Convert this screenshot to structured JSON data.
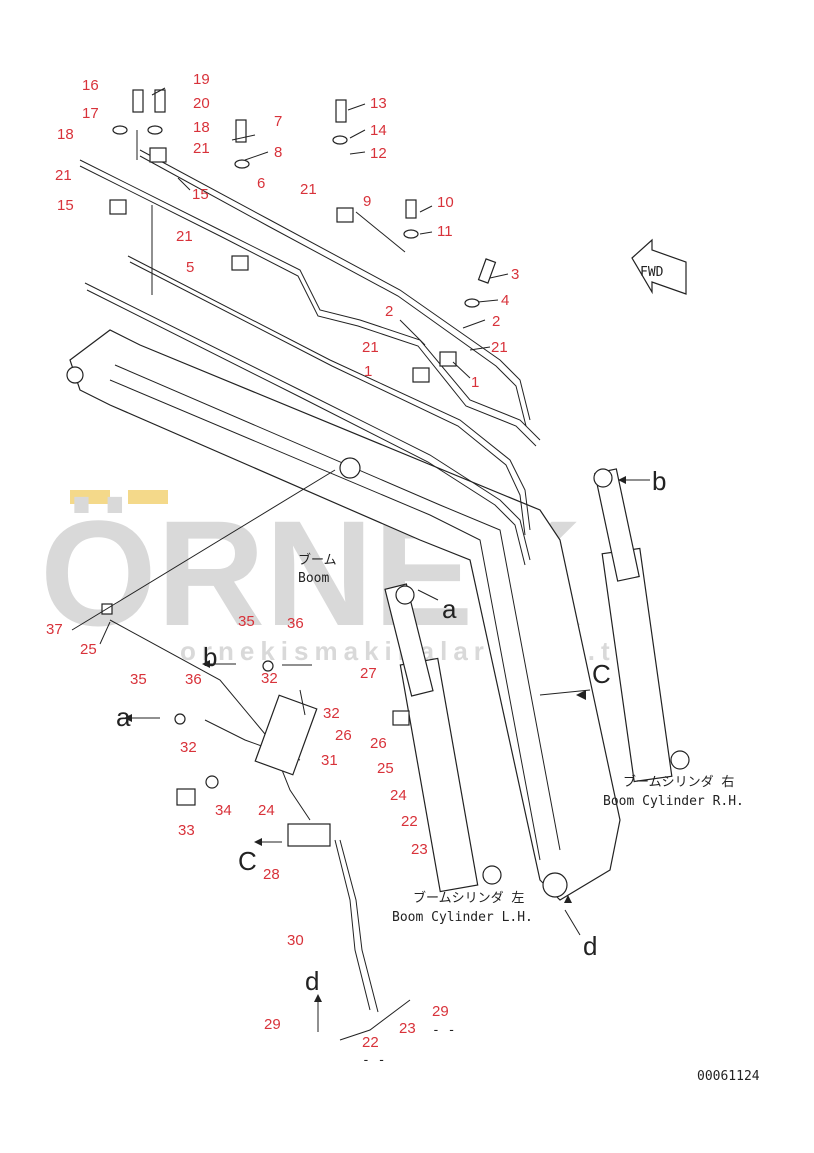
{
  "watermark": {
    "brand": "ÖRNEK",
    "url": "ornekismakinalari.com.tr"
  },
  "drawing_number": "00061124",
  "fwd_label": "FWD",
  "labels": {
    "boom_jp": "ブーム",
    "boom_en": "Boom",
    "rh_cyl_jp": "ブームシリンダ 右",
    "rh_cyl_en": "Boom Cylinder R.H.",
    "lh_cyl_jp": "ブームシリンダ 左",
    "lh_cyl_en": "Boom Cylinder L.H."
  },
  "connection_letters": {
    "a1": "a",
    "a2": "a",
    "b1": "b",
    "b2": "b",
    "c1": "C",
    "c2": "C",
    "d1": "d",
    "d2": "d"
  },
  "dash_marks": {
    "m1": "- -",
    "m2": "- -"
  },
  "callouts": {
    "c16": "16",
    "c19": "19",
    "c20": "20",
    "c17": "17",
    "c18a": "18",
    "c18b": "18",
    "c21a": "21",
    "c21b": "21",
    "c15a": "15",
    "c15b": "15",
    "c7": "7",
    "c8": "8",
    "c6": "6",
    "c21c": "21",
    "c21d": "21",
    "c5": "5",
    "c13": "13",
    "c14": "14",
    "c12": "12",
    "c9": "9",
    "c10": "10",
    "c11": "11",
    "c3": "3",
    "c4": "4",
    "c2a": "2",
    "c2b": "2",
    "c21e": "21",
    "c21f": "21",
    "c1a": "1",
    "c1b": "1",
    "c37": "37",
    "c25a": "25",
    "c35a": "35",
    "c36a": "36",
    "c32a": "32",
    "c35b": "35",
    "c36b": "36",
    "c32b": "32",
    "c26a": "26",
    "c32c": "32",
    "c31": "31",
    "c25b": "25",
    "c24a": "24",
    "c24b": "24",
    "c33": "33",
    "c34": "34",
    "c22a": "22",
    "c23a": "23",
    "c28": "28",
    "c27": "27",
    "c26b": "26",
    "c30": "30",
    "c29a": "29",
    "c29b": "29",
    "c23b": "23",
    "c22b": "22"
  }
}
